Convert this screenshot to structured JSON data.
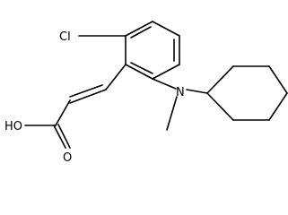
{
  "labels": {
    "chlorine": "Cl",
    "nitrogen": "N",
    "hydroxyl": "HO",
    "carbonyl_oxygen": "O"
  }
}
